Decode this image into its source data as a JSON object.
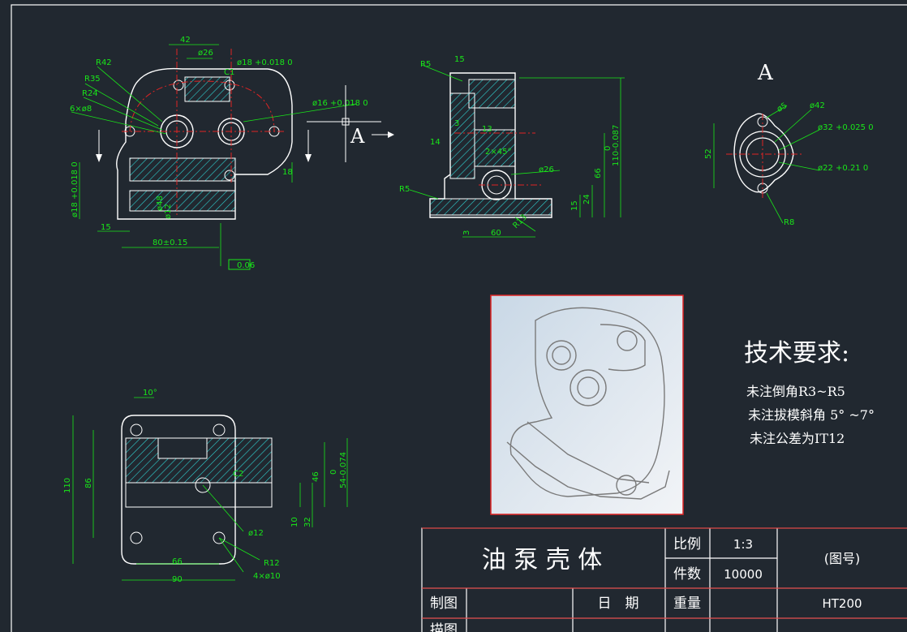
{
  "view_label": "A",
  "section_arrow_label": "A",
  "tech_req": {
    "title": "技术要求:",
    "lines": [
      "未注倒角R3~R5",
      "未注拔模斜角 5° ~7°",
      "未注公差为IT12"
    ]
  },
  "title_block": {
    "part_name": "油 泵 壳 体",
    "scale_label": "比例",
    "scale_value": "1:3",
    "qty_label": "件数",
    "qty_value": "10000",
    "drawing_no": "(图号)",
    "drawn_label": "制图",
    "date_label": "日　期",
    "weight_label": "重量",
    "material": "HT200",
    "checked_label": "描图"
  },
  "dims_front": {
    "d42": "42",
    "d26": "ø26",
    "d18tol": "ø18 +0.018 0",
    "c1": "C1",
    "r42": "R42",
    "r35": "R35",
    "r24": "R24",
    "holes": "6×ø8",
    "d16": "ø16 +0.018 0",
    "h18": "18",
    "d18b": "ø18 +0.018 0",
    "l15": "15",
    "l80": "80±0.15",
    "d12": "ø12",
    "d48": "ø48",
    "flat": "0.06"
  },
  "dims_side": {
    "r5a": "R5",
    "w15": "15",
    "c3": "3",
    "c13": "13",
    "l14": "14",
    "ch": "2×45°",
    "d26": "ø26",
    "r5b": "R5",
    "h66": "66",
    "h110": "110-0.087",
    "h110b": "0",
    "h24": "24",
    "h15": "15",
    "l3": "3",
    "l60": "60",
    "r13": "R13"
  },
  "dims_a": {
    "d5": "ø5",
    "d42": "ø42",
    "d32": "ø32 +0.025 0",
    "h52": "52",
    "d22": "ø22 +0.21 0",
    "r8": "R8"
  },
  "dims_bottom": {
    "ang": "10°",
    "h110": "110",
    "h86": "86",
    "w66": "66",
    "w90": "90",
    "c2": "C2",
    "d12": "ø12",
    "r12": "R12",
    "holes": "4×ø10",
    "h46": "46",
    "h54": "54-0.074",
    "h54b": "0",
    "h10": "10",
    "h32": "32"
  }
}
